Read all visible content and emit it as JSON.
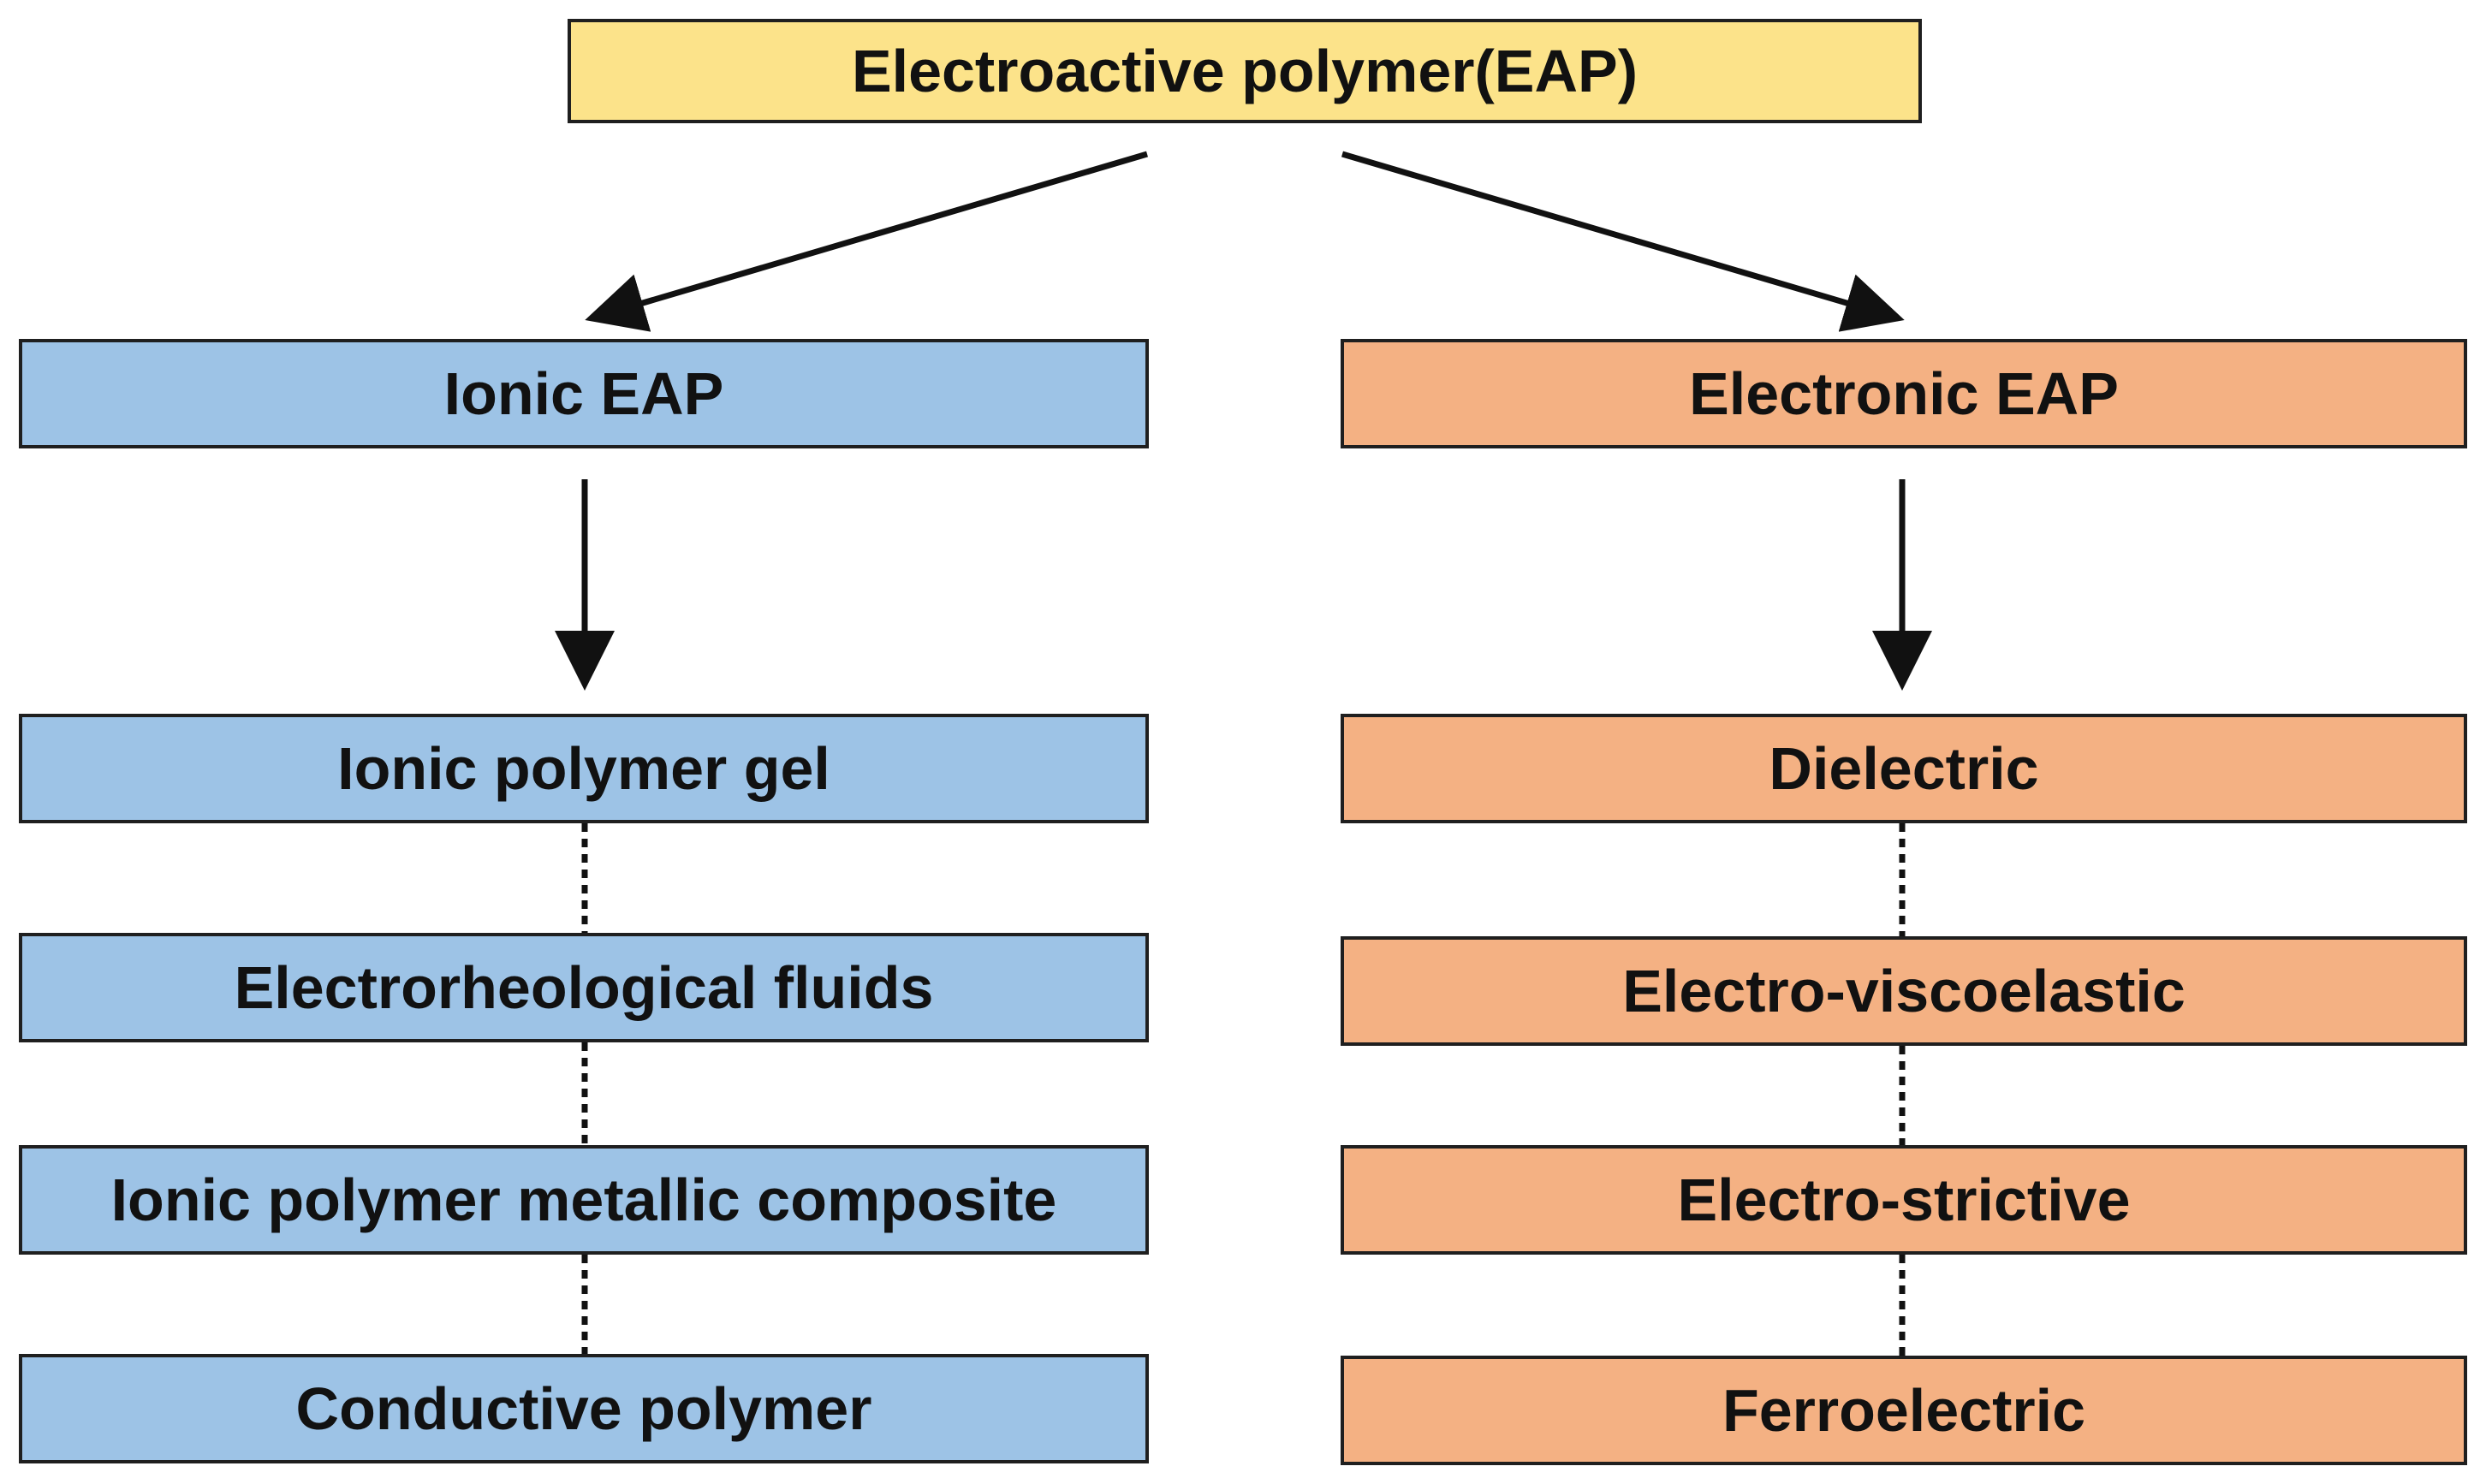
{
  "root": {
    "label": "Electroactive polymer(EAP)"
  },
  "ionic": {
    "label": "Ionic EAP",
    "items": [
      "Ionic polymer gel",
      "Electrorheological fluids",
      "Ionic polymer metallic composite",
      "Conductive polymer"
    ]
  },
  "electronic": {
    "label": "Electronic EAP",
    "items": [
      "Dielectric",
      "Electro-viscoelastic",
      "Electro-strictive",
      "Ferroelectric"
    ]
  },
  "colors": {
    "root_fill": "#fce38a",
    "ionic_fill": "#9dc3e6",
    "electronic_fill": "#f4b183",
    "line": "#111111"
  }
}
